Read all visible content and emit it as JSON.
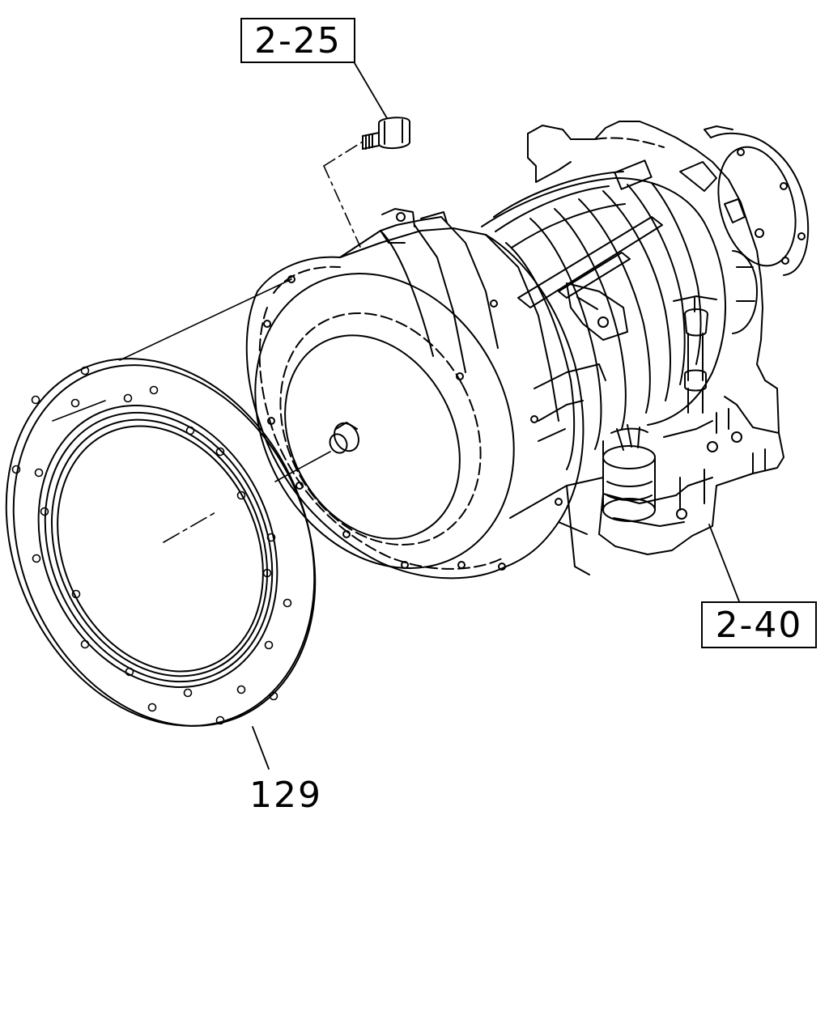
{
  "labels": {
    "bolt_ref": "2-25",
    "transmission_ref": "2-40",
    "gasket_part": "129"
  },
  "colors": {
    "line": "#000000",
    "background": "#ffffff"
  }
}
